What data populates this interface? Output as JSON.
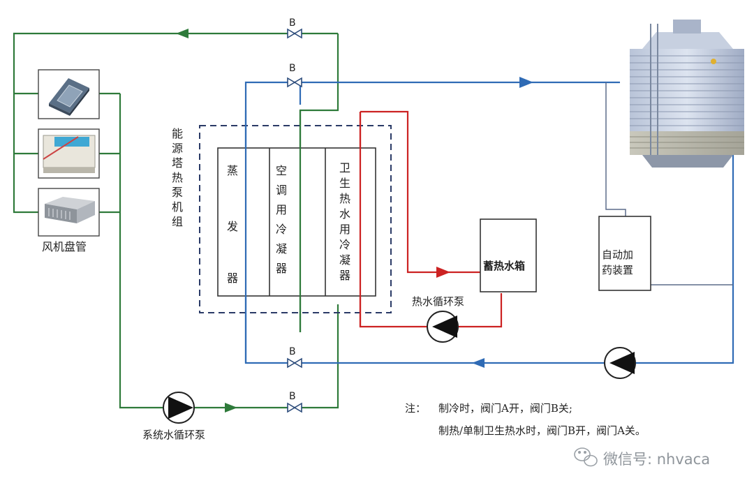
{
  "colors": {
    "green": "#2e7a3a",
    "blue": "#2f6bb5",
    "red": "#cc2222",
    "lightblue": "#3b7bd8",
    "gray": "#5c6b8a"
  },
  "valves": [
    "B",
    "B",
    "B",
    "B"
  ],
  "unit_title": [
    "能",
    "源",
    "塔",
    "热",
    "泵",
    "机",
    "组"
  ],
  "columns": {
    "evaporator": [
      "蒸",
      "发",
      "器"
    ],
    "ac_condenser": [
      "空",
      "调",
      "用",
      "冷",
      "凝",
      "器"
    ],
    "dhw_condenser": [
      "卫",
      "生",
      "热",
      "水",
      "用",
      "冷",
      "凝",
      "器"
    ]
  },
  "fan_coil_label": "风机盘管",
  "storage_tank_label": "蓄热水箱",
  "hot_water_pump_label": "热水循环泵",
  "system_pump_label": "系统水循环泵",
  "dosing_device_label": [
    "自动加",
    "药装置"
  ],
  "note": {
    "prefix": "注：",
    "line1": "制冷时，阀门A开，阀门B关;",
    "line2": "制热/单制卫生热水时，阀门B开，阀门A关。"
  },
  "watermark": "微信号: nhvaca",
  "icons": {
    "wechat": "wechat-icon",
    "cooling_tower": "cooling-tower-icon",
    "fan_coil_cassette": "cassette-fan-coil-icon",
    "fan_coil_wall": "wall-fan-coil-icon",
    "fan_coil_duct": "duct-fan-coil-icon"
  }
}
